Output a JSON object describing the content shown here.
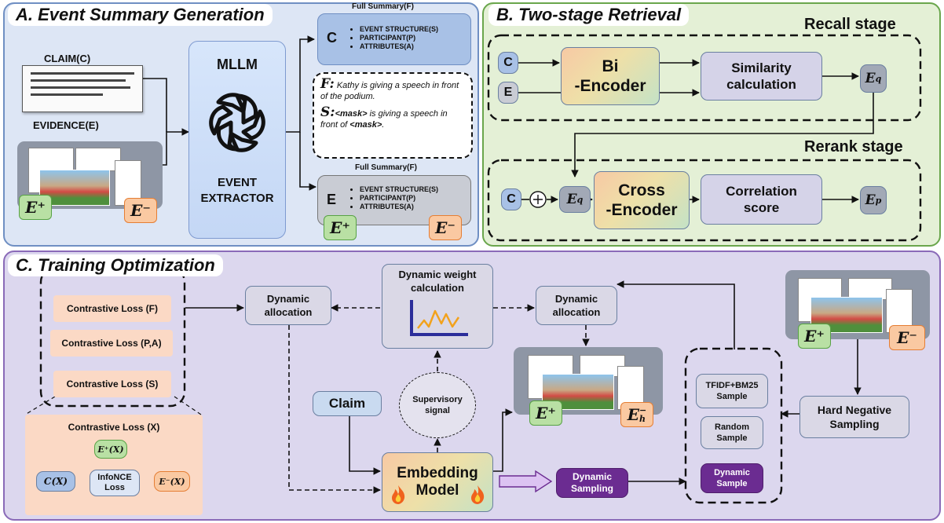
{
  "panel_a": {
    "title": "A. Event Summary Generation",
    "claim_label": "CLAIM(C)",
    "evidence_label": "EVIDENCE(E)",
    "e_plus": "E⁺",
    "e_minus": "E⁻",
    "mllm_title": "MLLM",
    "extractor_line1": "EVENT",
    "extractor_line2": "EXTRACTOR",
    "summary_c_header": "Full Summary(F)",
    "summary_c_letter": "C",
    "summary_e_header": "Full Summary(F)",
    "summary_e_letter": "E",
    "bullets": [
      "EVENT STRUCTURE(S)",
      "PARTICIPANT(P)",
      "ATTRIBUTES(A)"
    ],
    "f_label": "F:",
    "f_text": "Kathy is giving a speech in front of the podium.",
    "s_label": "S:",
    "s_mask1": "<mask>",
    "s_text1": " is giving a speech in front of ",
    "s_mask2": "<mask>",
    "s_text2": "."
  },
  "panel_b": {
    "title": "B. Two-stage Retrieval",
    "recall_title": "Recall stage",
    "rerank_title": "Rerank stage",
    "c": "C",
    "e": "E",
    "bi_encoder_1": "Bi",
    "bi_encoder_2": "-Encoder",
    "similarity_1": "Similarity",
    "similarity_2": "calculation",
    "eq": "E",
    "eq_sub": "q",
    "cross_encoder_1": "Cross",
    "cross_encoder_2": "-Encoder",
    "correlation_1": "Correlation",
    "correlation_2": "score",
    "ep": "E",
    "ep_sub": "p",
    "plus": "+"
  },
  "panel_c": {
    "title": "C. Training Optimization",
    "loss_f": "Contrastive Loss  (F)",
    "loss_pa": "Contrastive Loss  (P,A)",
    "loss_s": "Contrastive Loss  (S)",
    "loss_x_title": "Contrastive Loss  (X)",
    "ex_plus": "E⁺(X)",
    "ex_minus": "E⁻(X)",
    "cx": "C(X)",
    "infonce_1": "InfoNCE",
    "infonce_2": "Loss",
    "dyn_alloc_left_1": "Dynamic",
    "dyn_alloc_left_2": "allocation",
    "dyn_weight_1": "Dynamic weight",
    "dyn_weight_2": "calculation",
    "dyn_alloc_right_1": "Dynamic",
    "dyn_alloc_right_2": "allocation",
    "supervisory_1": "Supervisory",
    "supervisory_2": "signal",
    "claim": "Claim",
    "embedding_1": "Embedding",
    "embedding_2": "Model",
    "dynamic_sampling_1": "Dynamic",
    "dynamic_sampling_2": "Sampling",
    "tfidf_1": "TFIDF+BM25",
    "tfidf_2": "Sample",
    "random_1": "Random",
    "random_2": "Sample",
    "dyn_sample_1": "Dynamic",
    "dyn_sample_2": "Sample",
    "hard_neg_1": "Hard Negative",
    "hard_neg_2": "Sampling",
    "e_plus": "E⁺",
    "e_minus": "E⁻",
    "eh_minus": "E",
    "eh_sup": "−",
    "eh_sub": "h"
  },
  "colors": {
    "panel_a_bg": "#dde6f5",
    "panel_b_bg": "#e4f0d6",
    "panel_c_bg": "#dcd7ee",
    "claim_blue": "#c9daf0",
    "dynamic_sampling_purple": "#6b2c91",
    "loss_peach": "#fbd9c5"
  }
}
